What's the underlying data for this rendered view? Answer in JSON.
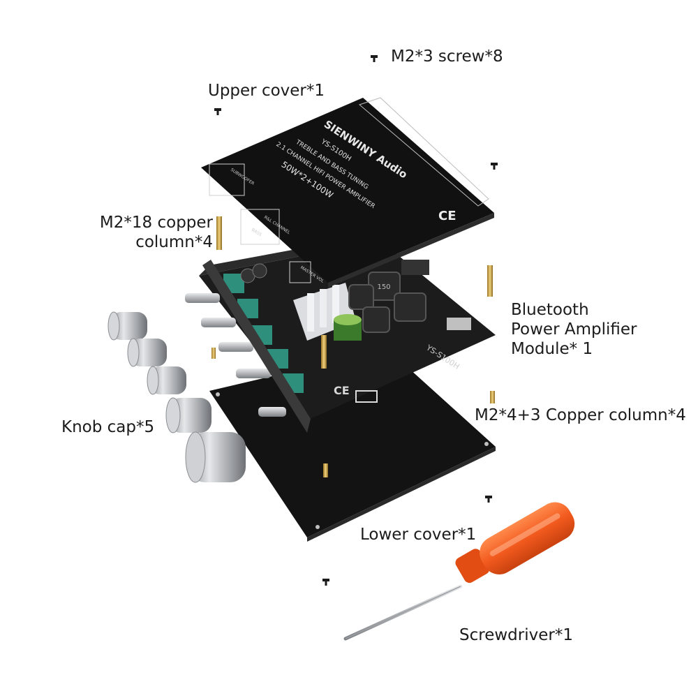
{
  "labels": {
    "screws": "M2*3 screw*8",
    "upper_cover": "Upper cover*1",
    "copper_column_18_line1": "M2*18 copper",
    "copper_column_18_line2": "column*4",
    "module_line1": "Bluetooth",
    "module_line2": "Power Amplifier",
    "module_line3": "Module* 1",
    "copper_column_4": "M2*4+3 Copper column*4",
    "knob_cap": "Knob cap*5",
    "lower_cover": "Lower cover*1",
    "screwdriver": "Screwdriver*1"
  },
  "upper_cover_print": {
    "brand": "SIENWINY Audio",
    "model": "YS-S100H",
    "feature": "TREBLE AND BASS TUNING",
    "type": "2.1 CHANNEL HIFI POWER AMPLIFIER",
    "power": "50W*2+100W",
    "ce": "CE",
    "subwoofer": "SUBWOOFER",
    "channel": "R&L CHANNEL",
    "bass": "BASS",
    "master": "MASTER VOL"
  },
  "board_print": {
    "model": "YS-S100H",
    "ce": "CE",
    "inductor": "150"
  },
  "colors": {
    "board": "#161616",
    "pcb": "#1e1e1e",
    "teal": "#2f8f7d",
    "brass": "#c9a24a",
    "aluminum": "#b9bcc0",
    "screwdriver_handle": "#f25a1e"
  }
}
